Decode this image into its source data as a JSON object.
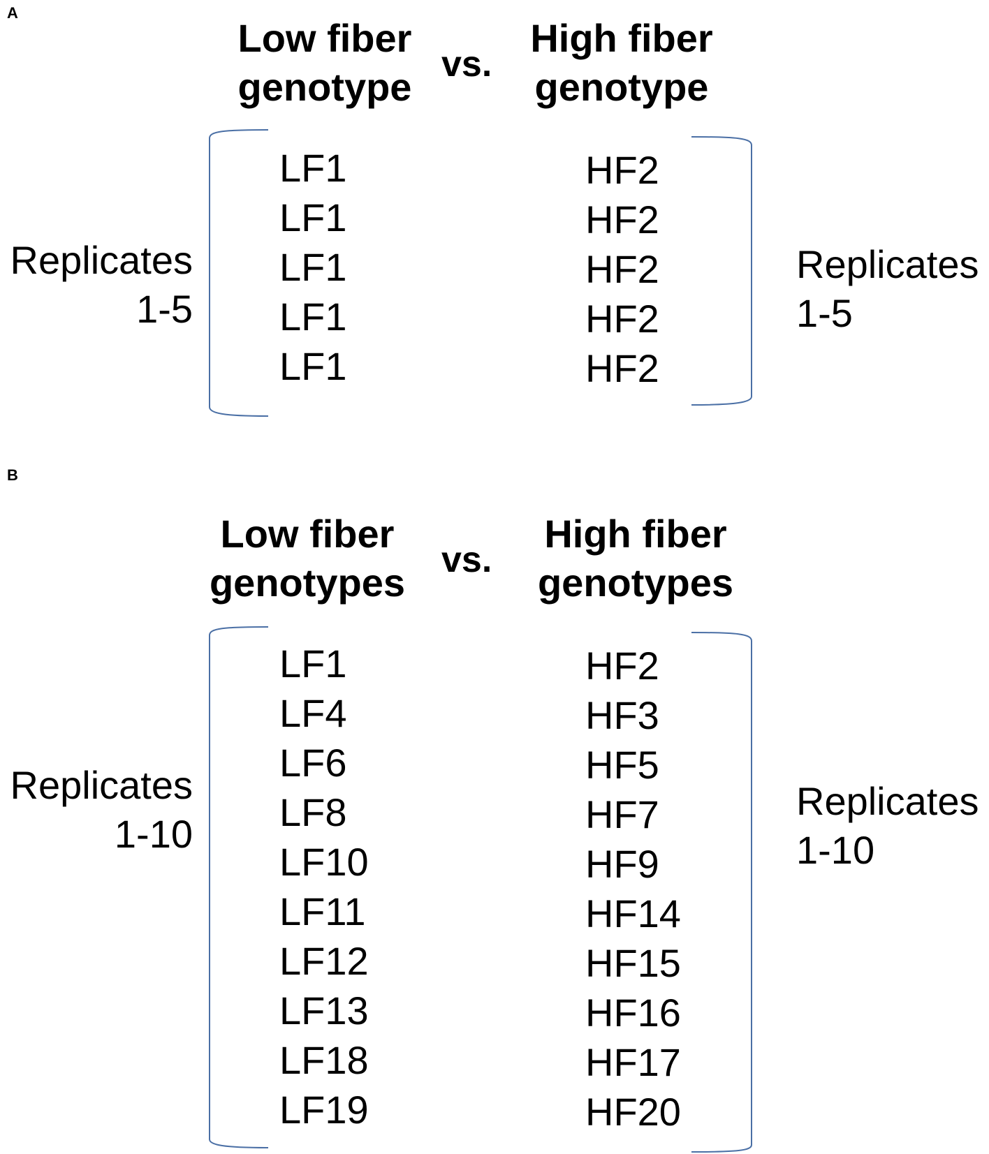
{
  "panels": [
    {
      "label": "A",
      "left_heading": [
        "Low fiber",
        "genotype"
      ],
      "vs": "vs.",
      "right_heading": [
        "High fiber",
        "genotype"
      ],
      "left_items": [
        "LF1",
        "LF1",
        "LF1",
        "LF1",
        "LF1"
      ],
      "right_items": [
        "HF2",
        "HF2",
        "HF2",
        "HF2",
        "HF2"
      ],
      "left_replicates": [
        "Replicates",
        "1-5"
      ],
      "right_replicates": [
        "Replicates",
        "1-5"
      ]
    },
    {
      "label": "B",
      "left_heading": [
        "Low fiber",
        "genotypes"
      ],
      "vs": "vs.",
      "right_heading": [
        "High fiber",
        "genotypes"
      ],
      "left_items": [
        "LF1",
        "LF4",
        "LF6",
        "LF8",
        "LF10",
        "LF11",
        "LF12",
        "LF13",
        "LF18",
        "LF19"
      ],
      "right_items": [
        "HF2",
        "HF3",
        "HF5",
        "HF7",
        "HF9",
        "HF14",
        "HF15",
        "HF16",
        "HF17",
        "HF20"
      ],
      "left_replicates": [
        "Replicates",
        "1-10"
      ],
      "right_replicates": [
        "Replicates",
        "1-10"
      ]
    }
  ],
  "colors": {
    "bracket": "#4a6fa5",
    "text": "#000000"
  }
}
